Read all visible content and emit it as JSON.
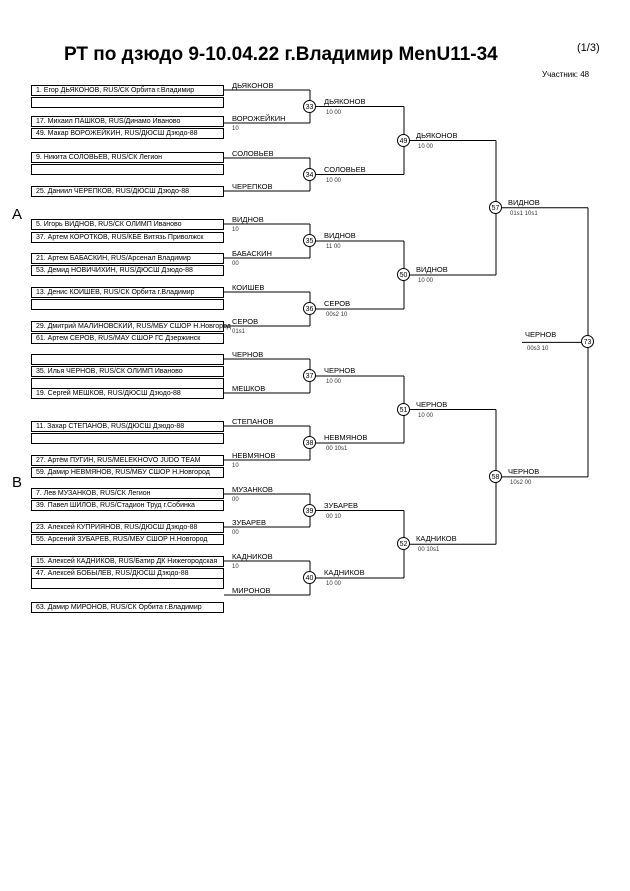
{
  "header": {
    "title": "РТ по дзюдо  9-10.04.22  г.Владимир   MenU11-34",
    "page": "(1/3)",
    "participants": "Участник: 48"
  },
  "pools": [
    "A",
    "B"
  ],
  "entries": [
    "1. Егор ДЬЯКОНОВ, RUS/СК Орбита г.Владимир",
    "",
    "17. Михаил ПАШКОВ, RUS/Динамо Иваново",
    "49. Макар ВОРОЖЕЙКИН, RUS/ДЮСШ Дзюдо-88",
    "9. Никита СОЛОВЬЕВ, RUS/СК Легион",
    "",
    "25. Даниил ЧЕРЕПКОВ, RUS/ДЮСШ Дзюдо-88",
    "5. Игорь ВИДНОВ, RUS/СК ОЛИМП Иваново",
    "37. Артем КОРОТКОВ, RUS/КБЕ Витязь Приволжск",
    "21. Артем БАБАСКИН, RUS/Арсенал Владимир",
    "53. Демид НОВИЧИХИН, RUS/ДЮСШ Дзюдо-88",
    "13. Денис КОИШЕВ, RUS/СК Орбита г.Владимир",
    "",
    "29. Дмитрий МАЛИНОВСКИЙ, RUS/МБУ СШОР Н.Новгород",
    "61. Артем СЕРОВ, RUS/МАУ СШОР ГС Дзержинск",
    "",
    "35. Илья ЧЕРНОВ, RUS/СК ОЛИМП Иваново",
    "",
    "19. Сергей МЕШКОВ, RUS/ДЮСШ Дзюдо-88",
    "11. Захар СТЕПАНОВ, RUS/ДЮСШ Дзюдо-88",
    "",
    "27. Артём ПУГИН, RUS/MELEKHOVO JUDO TEAM",
    "59. Дамир НЕВМЯНОВ, RUS/МБУ СШОР Н.Новгород",
    "7. Лев МУЗАНКОВ, RUS/СК Легион",
    "39. Павел ШИЛОВ, RUS/Стадион Труд г.Собинка",
    "23. Алексей КУПРИЯНОВ, RUS/ДЮСШ Дзюдо-88",
    "55. Арсений ЗУБАРЕВ, RUS/МБУ СШОР Н.Новгород",
    "15. Алексей КАДНИКОВ, RUS/Батир ДК Нижегородская",
    "47. Алексей БОБЫЛЕВ, RUS/ДЮСШ Дзюдо-88",
    "",
    "63. Дамир МИРОНОВ, RUS/СК Орбита г.Владимир"
  ],
  "r1": [
    {
      "name": "ДЬЯКОНОВ",
      "score": ""
    },
    {
      "name": "ВОРОЖЕЙКИН",
      "score": "10"
    },
    {
      "name": "СОЛОВЬЕВ",
      "score": ""
    },
    {
      "name": "ЧЕРЕПКОВ",
      "score": ""
    },
    {
      "name": "ВИДНОВ",
      "score": "10"
    },
    {
      "name": "БАБАСКИН",
      "score": "00"
    },
    {
      "name": "КОИШЕВ",
      "score": ""
    },
    {
      "name": "СЕРОВ",
      "score": "01s1"
    },
    {
      "name": "ЧЕРНОВ",
      "score": ""
    },
    {
      "name": "МЕШКОВ",
      "score": ""
    },
    {
      "name": "СТЕПАНОВ",
      "score": ""
    },
    {
      "name": "НЕВМЯНОВ",
      "score": "10"
    },
    {
      "name": "МУЗАНКОВ",
      "score": "00"
    },
    {
      "name": "ЗУБАРЕВ",
      "score": "00"
    },
    {
      "name": "КАДНИКОВ",
      "score": "10"
    },
    {
      "name": "МИРОНОВ",
      "score": ""
    }
  ],
  "r2": [
    {
      "num": "33",
      "name": "ДЬЯКОНОВ",
      "score": "10   00"
    },
    {
      "num": "34",
      "name": "СОЛОВЬЕВ",
      "score": "10   00"
    },
    {
      "num": "35",
      "name": "ВИДНОВ",
      "score": "11   00"
    },
    {
      "num": "36",
      "name": "СЕРОВ",
      "score": "00s2   10"
    },
    {
      "num": "37",
      "name": "ЧЕРНОВ",
      "score": "10   00"
    },
    {
      "num": "38",
      "name": "НЕВМЯНОВ",
      "score": "00   10s1"
    },
    {
      "num": "39",
      "name": "ЗУБАРЕВ",
      "score": "00   10"
    },
    {
      "num": "40",
      "name": "КАДНИКОВ",
      "score": "10   00"
    }
  ],
  "r3": [
    {
      "num": "49",
      "name": "ДЬЯКОНОВ",
      "score": "10   00"
    },
    {
      "num": "50",
      "name": "ВИДНОВ",
      "score": "10   00"
    },
    {
      "num": "51",
      "name": "ЧЕРНОВ",
      "score": "10   00"
    },
    {
      "num": "52",
      "name": "КАДНИКОВ",
      "score": "00   10s1"
    }
  ],
  "r4": [
    {
      "num": "57",
      "name": "ВИДНОВ",
      "score": "01s1   10s1"
    },
    {
      "num": "58",
      "name": "ЧЕРНОВ",
      "score": "10s2   00"
    }
  ],
  "final": {
    "num": "73",
    "name": "ЧЕРНОВ",
    "score": "00s3   10"
  }
}
